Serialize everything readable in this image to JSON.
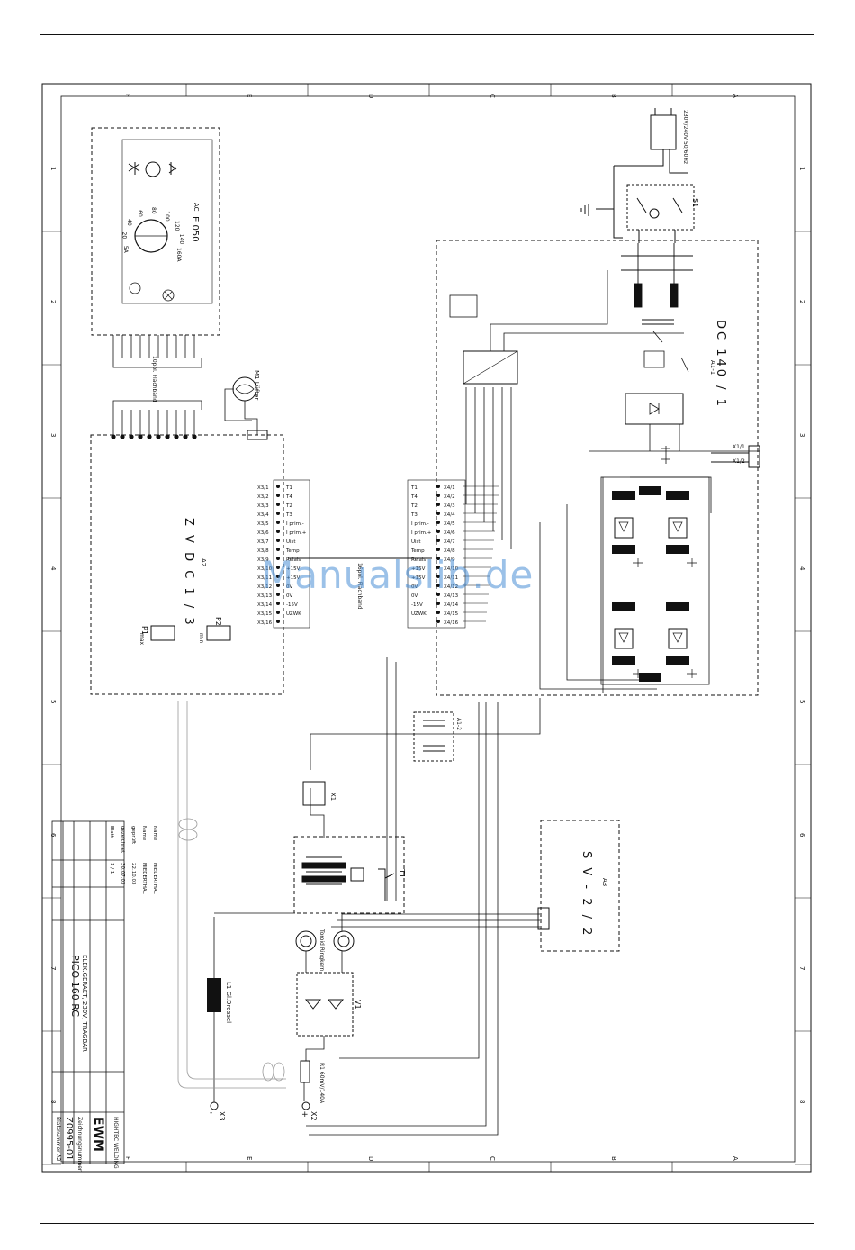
{
  "watermark": "Manualslib.de",
  "title_block": {
    "product": "PICO 160 RC",
    "subtitle": "ELEK.GERAET, 230V, TRAGBAR",
    "drawing_no_label": "Zeichnungsnummer",
    "drawing_no": "Z0995-01",
    "sheet": "Blattnummer A2",
    "brand": "EWM",
    "brand_sub": "HIGHTEC WELDING",
    "rows": [
      {
        "k": "Blatt",
        "v": "1 / 1"
      },
      {
        "k": "gezeichnet",
        "v": "30.07.03"
      },
      {
        "k": "geprüft",
        "v": "22.10.03"
      },
      {
        "k": "Name",
        "v": "NIEDERTHAL"
      },
      {
        "k": "Name",
        "v": "NIEDERTHAL"
      }
    ]
  },
  "grid": {
    "top": [
      "F",
      "E",
      "D",
      "C",
      "B",
      "A"
    ],
    "side": [
      "1",
      "2",
      "3",
      "4",
      "5",
      "6",
      "7",
      "8"
    ]
  },
  "components": {
    "ac_panel": {
      "ref": "AC",
      "name": "E 050",
      "ticks": [
        "5A",
        "20",
        "40",
        "60",
        "80",
        "100",
        "120",
        "140",
        "160A"
      ]
    },
    "dc_module": {
      "ref": "A1-1",
      "name": "DC 140 / 1"
    },
    "control": {
      "ref": "A2",
      "name": "Z V D C 1 / 3"
    },
    "sv_module": {
      "ref": "A3",
      "name": "S V - 2 / 2"
    },
    "switch": "S1",
    "mains": "230V/240V 50/60Hz",
    "fan": "M1 Lüfter",
    "transformer": "T1",
    "choke": "L1 Gl.Drossel",
    "shunt": "R1 60mV/140A",
    "rectifier": "V1",
    "fuse_block": "A1-2",
    "pots": [
      {
        "ref": "P1",
        "label": "max"
      },
      {
        "ref": "P2",
        "label": "min"
      }
    ],
    "outputs": [
      {
        "ref": "X2",
        "pol": "+"
      },
      {
        "ref": "X3",
        "pol": "-"
      },
      {
        "ref": "X1",
        "pol": ""
      }
    ],
    "cable": "Toroid Ringkern"
  },
  "terminals_x4": [
    "X4/1",
    "X4/2",
    "X4/3",
    "X4/4",
    "X4/5",
    "X4/6",
    "X4/7",
    "X4/8",
    "X4/9",
    "X4/10",
    "X4/11",
    "X4/12",
    "X4/13",
    "X4/14",
    "X4/15",
    "X4/16"
  ],
  "signals_x4": [
    "T1",
    "T4",
    "T2",
    "T3",
    "I prim.-",
    "I prim.+",
    "Uist",
    "Temp",
    "Relais",
    "+15V",
    "+15V",
    "0V",
    "0V",
    "-15V",
    "UZWK"
  ],
  "terminals_x3": [
    "X3/1",
    "X3/2",
    "X3/3",
    "X3/4",
    "X3/5",
    "X3/6",
    "X3/7",
    "X3/8",
    "X3/9",
    "X3/10",
    "X3/11",
    "X3/12",
    "X3/13",
    "X3/14",
    "X3/15",
    "X3/16"
  ],
  "signals_x3": [
    "T1",
    "T4",
    "T2",
    "T3",
    "I prim.-",
    "I prim.+",
    "Uist",
    "Temp",
    "Relais",
    "+15V",
    "+15V",
    "0V",
    "0V",
    "-15V",
    "UZWK"
  ],
  "colors": {
    "line": "#111111",
    "watermark": "#4a8fd6"
  }
}
